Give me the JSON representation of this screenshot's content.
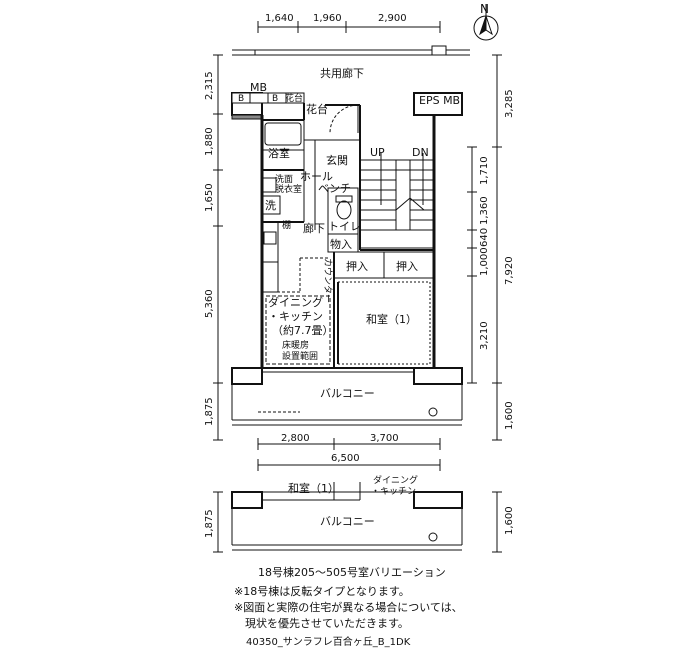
{
  "north_label": "N",
  "dims_top": [
    "1,640",
    "1,960",
    "2,900"
  ],
  "dims_left": [
    "2,315",
    "1,880",
    "1,650",
    "5,360",
    "1,875"
  ],
  "dims_right": [
    "3,285",
    "1,710",
    "1,360",
    "1,000",
    "640",
    "7,920",
    "3,210",
    "1,600"
  ],
  "dims_bottom": [
    "2,800",
    "3,700",
    "6,500"
  ],
  "dims_lower": {
    "left": "1,875",
    "right": "1,600"
  },
  "rooms": {
    "corridor": "共用廊下",
    "mb": "MB",
    "b1": "B",
    "b2": "B",
    "flowerbed1": "花台",
    "flowerbed2": "花台",
    "eps_mb": "EPS MB",
    "bath": "浴室",
    "entrance": "玄関",
    "up": "UP",
    "dn": "DN",
    "washroom1": "洗面",
    "washroom2": "脱衣室",
    "hall": "ホール",
    "bench": "ベンチ",
    "wash": "洗",
    "shelf": "棚",
    "toilet": "トイレ",
    "hallway": "廊下",
    "storage": "物入",
    "counter": "カウンター",
    "closet1": "押入",
    "closet2": "押入",
    "dk1": "ダイニング",
    "dk2": "・キッチン",
    "dk3": "（約7.7畳）",
    "heat1": "床暖房",
    "heat2": "設置範囲",
    "japanese": "和室（1）",
    "balcony": "バルコニー"
  },
  "variation": {
    "japanese": "和室（1）",
    "dk1": "ダイニング",
    "dk2": "・キッチン",
    "balcony": "バルコニー"
  },
  "caption": "18号棟205～505号室バリエーション",
  "notes": [
    "※18号棟は反転タイプとなります。",
    "※図面と実際の住宅が異なる場合については、",
    "　現状を優先させていただきます。"
  ],
  "footer": "40350_サンラフレ百合ヶ丘_B_1DK"
}
